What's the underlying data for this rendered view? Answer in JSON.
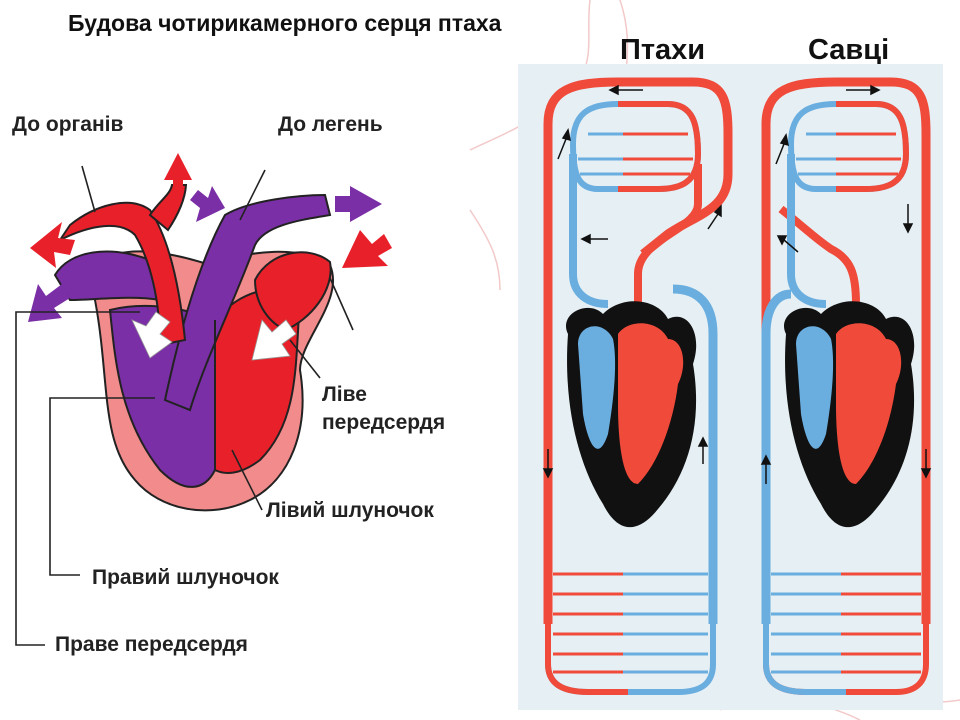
{
  "title": "Будова чотирикамерного серця птаха",
  "columns": {
    "birds": "Птахи",
    "mammals": "Савці"
  },
  "labels": {
    "to_organs": "До органів",
    "to_lungs": "До легень",
    "left_atrium_1": "Ліве",
    "left_atrium_2": "передсердя",
    "left_ventricle": "Лівий шлуночок",
    "right_ventricle": "Правий шлуночок",
    "right_atrium": "Праве передсердя"
  },
  "colors": {
    "arterial": "#e8202a",
    "venous": "#7a2fa6",
    "muscle": "#f28b8b",
    "chart_red": "#f04a3a",
    "chart_blue": "#6aaee0",
    "chart_bg": "#e6f0f4"
  }
}
